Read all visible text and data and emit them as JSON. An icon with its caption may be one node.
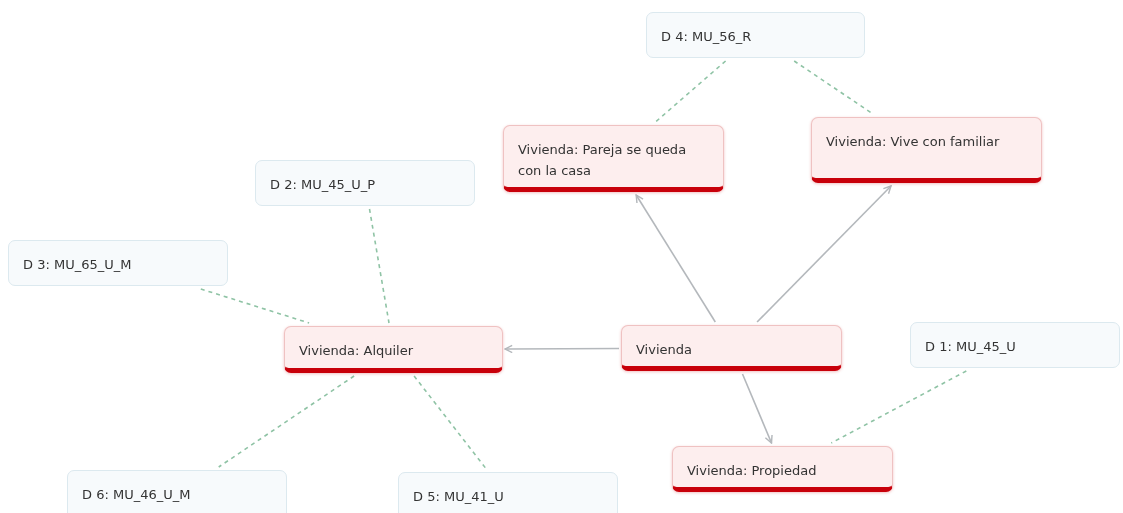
{
  "diagram": {
    "nodes": [
      {
        "text": [
          "D 4: MU_56_R"
        ]
      },
      {
        "text": [
          "Vivienda: Pareja se queda con la casa"
        ]
      },
      {
        "text": [
          "Vivienda: Vive con familiar"
        ]
      },
      {
        "text": [
          "D 2: MU_45_U_P"
        ]
      },
      {
        "text": [
          "D 3: MU_65_U_M"
        ]
      },
      {
        "text": [
          "Vivienda: Alquiler"
        ]
      },
      {
        "text": [
          "Vivienda"
        ]
      },
      {
        "text": [
          "D 1: MU_45_U"
        ]
      },
      {
        "text": [
          "Vivienda: Propiedad"
        ]
      },
      {
        "text": [
          "D 6: MU_46_U_M"
        ]
      },
      {
        "text": [
          "D 5: MU_41_U"
        ]
      }
    ],
    "edges": [
      {
        "from": 6,
        "to": 5,
        "arrow": "to",
        "color": "#b4b8bc"
      },
      {
        "from": 6,
        "to": 1,
        "arrow": "to",
        "color": "#b4b8bc"
      },
      {
        "from": 6,
        "to": 2,
        "arrow": "to",
        "color": "#b4b8bc"
      },
      {
        "from": 6,
        "to": 8,
        "arrow": "to",
        "color": "#b4b8bc"
      },
      {
        "from": 0,
        "to": 1,
        "arrow": "none",
        "style": "dashed"
      },
      {
        "from": 0,
        "to": 2,
        "arrow": "none",
        "style": "dashed"
      },
      {
        "from": 3,
        "to": 5,
        "arrow": "none",
        "style": "dashed"
      },
      {
        "from": 4,
        "to": 5,
        "arrow": "none",
        "style": "dashed"
      },
      {
        "from": 5,
        "to": 9,
        "arrow": "none",
        "style": "dashed"
      },
      {
        "from": 5,
        "to": 10,
        "arrow": "none",
        "style": "dashed"
      },
      {
        "from": 7,
        "to": 8,
        "arrow": "none",
        "style": "dashed"
      }
    ]
  }
}
